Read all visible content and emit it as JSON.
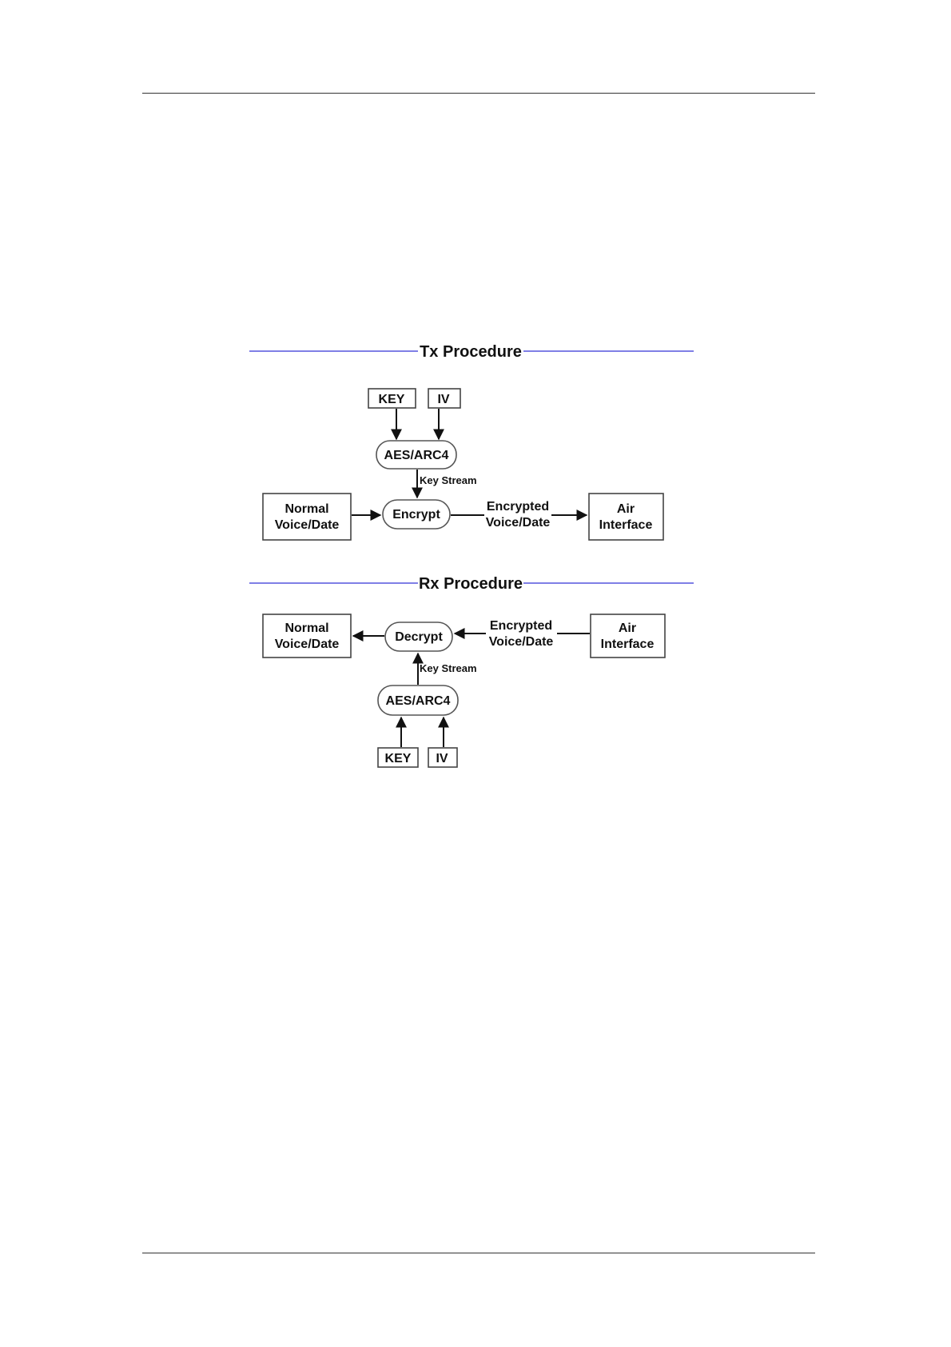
{
  "tx": {
    "title": "Tx Procedure",
    "key": "KEY",
    "iv": "IV",
    "cipher": "AES/ARC4",
    "key_stream": "Key Stream",
    "process": "Encrypt",
    "input_line1": "Normal",
    "input_line2": "Voice/Date",
    "mid_line1": "Encrypted",
    "mid_line2": "Voice/Date",
    "output_line1": "Air",
    "output_line2": "Interface"
  },
  "rx": {
    "title": "Rx Procedure",
    "output_line1": "Normal",
    "output_line2": "Voice/Date",
    "process": "Decrypt",
    "mid_line1": "Encrypted",
    "mid_line2": "Voice/Date",
    "input_line1": "Air",
    "input_line2": "Interface",
    "key_stream": "Key Stream",
    "cipher": "AES/ARC4",
    "key": "KEY",
    "iv": "IV"
  },
  "colors": {
    "section_rule": "#7f7fe6",
    "stroke": "#111111"
  }
}
